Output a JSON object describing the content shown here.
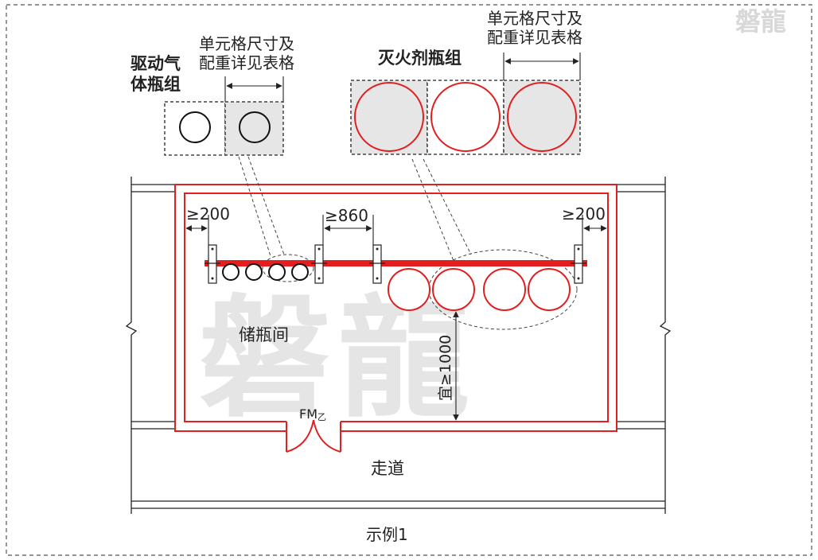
{
  "watermark": {
    "text": "磐龍",
    "corner_text": "磐龍"
  },
  "labels": {
    "drive_group": [
      "驱动气",
      "体瓶组"
    ],
    "cell_note_left": [
      "单元格尺寸及",
      "配重详见表格"
    ],
    "extinguish_group": "灭火剂瓶组",
    "cell_note_right": [
      "单元格尺寸及",
      "配重详见表格"
    ],
    "room": "储瓶间",
    "corridor": "走道",
    "door_main": "FM",
    "door_sub": "乙",
    "caption": "示例1"
  },
  "dimensions": {
    "left_clearance": "≥200",
    "middle_gap": "≥860",
    "right_clearance": "≥200",
    "front_clearance": "宜≥1000"
  },
  "colors": {
    "wall_red": "#e02020",
    "bar_red": "#e41e1e",
    "cell_fill": "#e6e6e6",
    "line_dark": "#222222",
    "watermark": "#e4e4e4"
  }
}
